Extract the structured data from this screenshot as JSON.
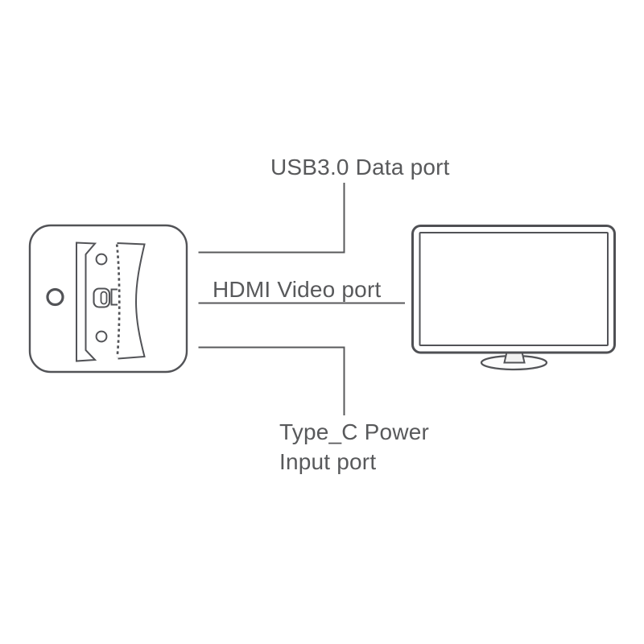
{
  "diagram": {
    "title_context": "dock-to-monitor connection diagram",
    "labels": {
      "usb": "USB3.0 Data port",
      "hdmi": "HDMI Video port",
      "typec_line1": "Type_C Power",
      "typec_line2": "Input port"
    },
    "colors": {
      "background": "#ffffff",
      "outline_stroke": "#525357",
      "leader_line": "#58595b",
      "label_text": "#58595b",
      "monitor_neck_fill": "#f1f1f1",
      "monitor_base_fill": "#fcfcfc"
    }
  }
}
